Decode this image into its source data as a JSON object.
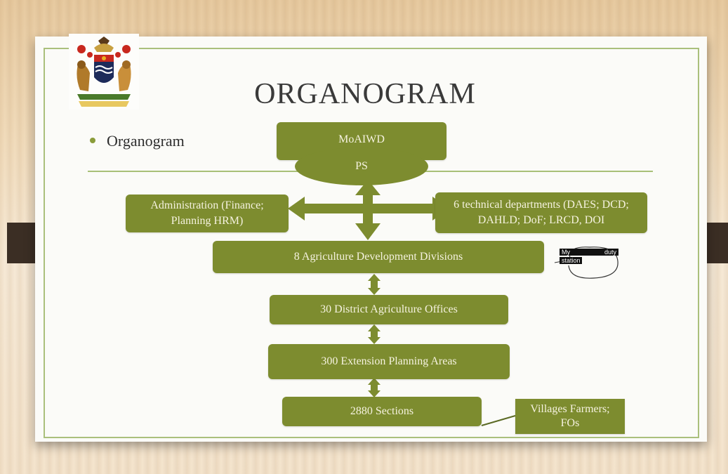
{
  "slide": {
    "title": "ORGANOGRAM",
    "bullet": "Organogram",
    "logo_icon": "malawi-coat-of-arms"
  },
  "colors": {
    "box": "#7d8c2f",
    "box_text": "#f5f2df",
    "rule": "#a9c078"
  },
  "nodes": {
    "ministry": "MoAIWD",
    "ps": "PS",
    "administration": "Administration (Finance; Planning HRM)",
    "technical": "6 technical departments (DAES; DCD; DAHLD; DoF; LRCD, DOI",
    "adds": "8 Agriculture Development Divisions",
    "district": "30 District Agriculture Offices",
    "epa": "300 Extension Planning Areas",
    "sections": "2880 Sections",
    "villages": "Villages Farmers; FOs"
  },
  "annotation": {
    "line1_a": "My",
    "line1_b": "duty",
    "line2": "station"
  }
}
